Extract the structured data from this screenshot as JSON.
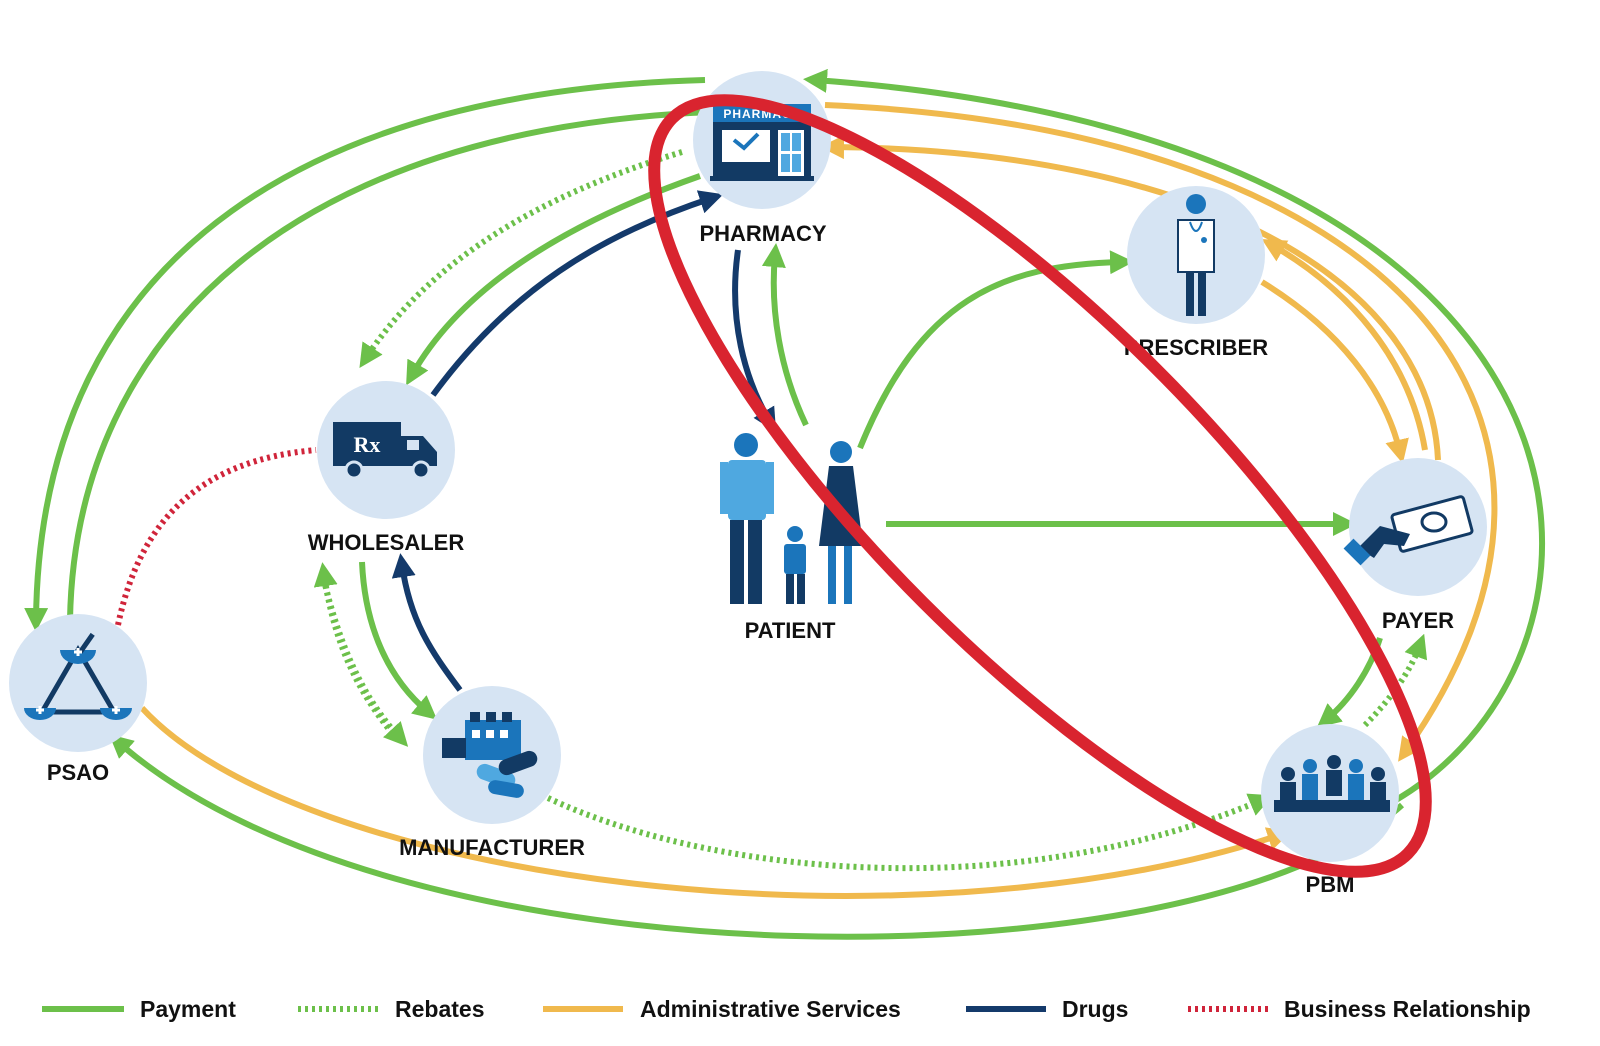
{
  "colors": {
    "payment": "#6cc04a",
    "rebates": "#6cc04a",
    "admin": "#f0b94d",
    "drugs": "#143a6b",
    "business": "#d0243a",
    "node_fill": "#d6e4f3",
    "icon_dark": "#123a64",
    "icon_mid": "#1b75bb",
    "icon_light": "#4fa8e0",
    "highlight": "#d9242f"
  },
  "nodes": {
    "pharmacy": {
      "label": "PHARMACY",
      "sign": "PHARMACY",
      "icon": "pharmacy-storefront-icon"
    },
    "prescriber": {
      "label": "PRESCRIBER",
      "icon": "doctor-icon"
    },
    "wholesaler": {
      "label": "WHOLESALER",
      "icon": "rx-truck-icon",
      "icon_text": "Rx"
    },
    "patient": {
      "label": "PATIENT",
      "icon": "family-icon"
    },
    "payer": {
      "label": "PAYER",
      "icon": "hand-with-money-icon"
    },
    "psao": {
      "label": "PSAO",
      "icon": "mortar-triangle-icon"
    },
    "manufacturer": {
      "label": "MANUFACTURER",
      "icon": "factory-pills-icon"
    },
    "pbm": {
      "label": "PBM",
      "icon": "meeting-table-icon"
    }
  },
  "legend": {
    "payment": "Payment",
    "rebates": "Rebates",
    "admin": "Administrative Services",
    "drugs": "Drugs",
    "business": "Business Relationship"
  }
}
